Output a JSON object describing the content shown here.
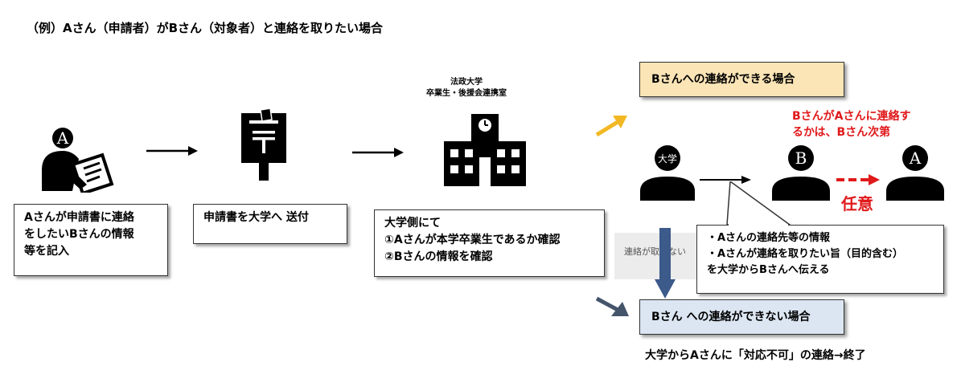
{
  "title": "（例）Aさん（申請者）がBさん（対象者）と連絡を取りたい場合",
  "person_a_label": "A",
  "person_b_label": "B",
  "univ_person_label": "大学",
  "step1_lines": [
    "Aさんが申請書に連絡",
    "をしたいBさんの情報",
    "等を記入"
  ],
  "step2_lines": [
    "申請書を大学へ 送付"
  ],
  "institution_lines": [
    "法政大学",
    "卒業生・後援会連携室"
  ],
  "step3_lines": [
    "大学側にて",
    "①Aさんが本学卒業生であるか確認",
    "②Bさんの情報を確認"
  ],
  "contact_possible": "Bさんへの連絡ができる場合",
  "contact_impossible": "Bさん への連絡ができない場合",
  "b_decides_lines": [
    "BさんがAさんに連絡す",
    "るかは、Bさん次第"
  ],
  "optional": "任意",
  "cannot_contact_note": "連絡が取れない",
  "info_lines": [
    "・Aさんの連絡先等の情報",
    "・Aさんが連絡を取りたい旨（目的含む）",
    "を大学からBさんへ伝える"
  ],
  "final_note": "大学からAさんに「対応不可」の連絡→終了",
  "colors": {
    "possible_box": "#fbe5b6",
    "impossible_box": "#dce6f2",
    "red": "#e0191b",
    "gold_arrow": "#f2b824",
    "navy_arrow": "#3c5a8a",
    "slate_arrow": "#44546a"
  }
}
